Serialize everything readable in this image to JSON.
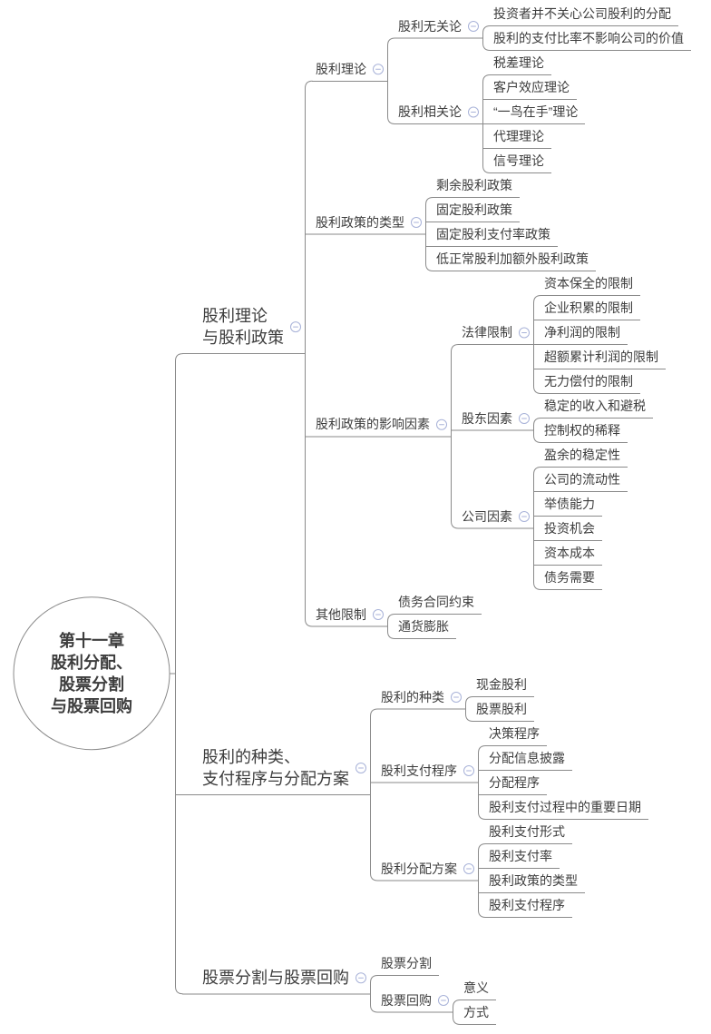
{
  "colors": {
    "line": "#8a8a8a",
    "text": "#3d3d3d",
    "icon_stroke": "#a8b2d8",
    "background": "#ffffff"
  },
  "icons": {
    "collapse": "minus-in-circle-icon"
  },
  "tree": {
    "lines": [
      "第十一章",
      "股利分配、",
      "股票分割",
      "与股票回购"
    ],
    "children": [
      {
        "lines": [
          "股利理论",
          "与股利政策"
        ],
        "children": [
          {
            "label": "股利理论",
            "children": [
              {
                "label": "股利无关论",
                "children": [
                  {
                    "label": "投资者并不关心公司股利的分配"
                  },
                  {
                    "label": "股利的支付比率不影响公司的价值"
                  }
                ]
              },
              {
                "label": "股利相关论",
                "children": [
                  {
                    "label": "税差理论"
                  },
                  {
                    "label": "客户效应理论"
                  },
                  {
                    "label": "“一鸟在手”理论"
                  },
                  {
                    "label": "代理理论"
                  },
                  {
                    "label": "信号理论"
                  }
                ]
              }
            ]
          },
          {
            "label": "股利政策的类型",
            "children": [
              {
                "label": "剩余股利政策"
              },
              {
                "label": "固定股利政策"
              },
              {
                "label": "固定股利支付率政策"
              },
              {
                "label": "低正常股利加额外股利政策"
              }
            ]
          },
          {
            "label": "股利政策的影响因素",
            "children": [
              {
                "label": "法律限制",
                "children": [
                  {
                    "label": "资本保全的限制"
                  },
                  {
                    "label": "企业积累的限制"
                  },
                  {
                    "label": "净利润的限制"
                  },
                  {
                    "label": "超额累计利润的限制"
                  },
                  {
                    "label": "无力偿付的限制"
                  }
                ]
              },
              {
                "label": "股东因素",
                "children": [
                  {
                    "label": "稳定的收入和避税"
                  },
                  {
                    "label": "控制权的稀释"
                  }
                ]
              },
              {
                "label": "公司因素",
                "children": [
                  {
                    "label": "盈余的稳定性"
                  },
                  {
                    "label": "公司的流动性"
                  },
                  {
                    "label": "举债能力"
                  },
                  {
                    "label": "投资机会"
                  },
                  {
                    "label": "资本成本"
                  },
                  {
                    "label": "债务需要"
                  }
                ]
              }
            ]
          },
          {
            "label": "其他限制",
            "children": [
              {
                "label": "债务合同约束"
              },
              {
                "label": "通货膨胀"
              }
            ]
          }
        ]
      },
      {
        "lines": [
          "股利的种类、",
          "支付程序与分配方案"
        ],
        "children": [
          {
            "label": "股利的种类",
            "children": [
              {
                "label": "现金股利"
              },
              {
                "label": "股票股利"
              }
            ]
          },
          {
            "label": "股利支付程序",
            "children": [
              {
                "label": "决策程序"
              },
              {
                "label": "分配信息披露"
              },
              {
                "label": "分配程序"
              },
              {
                "label": "股利支付过程中的重要日期"
              }
            ]
          },
          {
            "label": "股利分配方案",
            "children": [
              {
                "label": "股利支付形式"
              },
              {
                "label": "股利支付率"
              },
              {
                "label": "股利政策的类型"
              },
              {
                "label": "股利支付程序"
              }
            ]
          }
        ]
      },
      {
        "lines": [
          "股票分割与股票回购"
        ],
        "children": [
          {
            "label": "股票分割"
          },
          {
            "label": "股票回购",
            "children": [
              {
                "label": "意义"
              },
              {
                "label": "方式"
              }
            ]
          }
        ]
      }
    ]
  }
}
